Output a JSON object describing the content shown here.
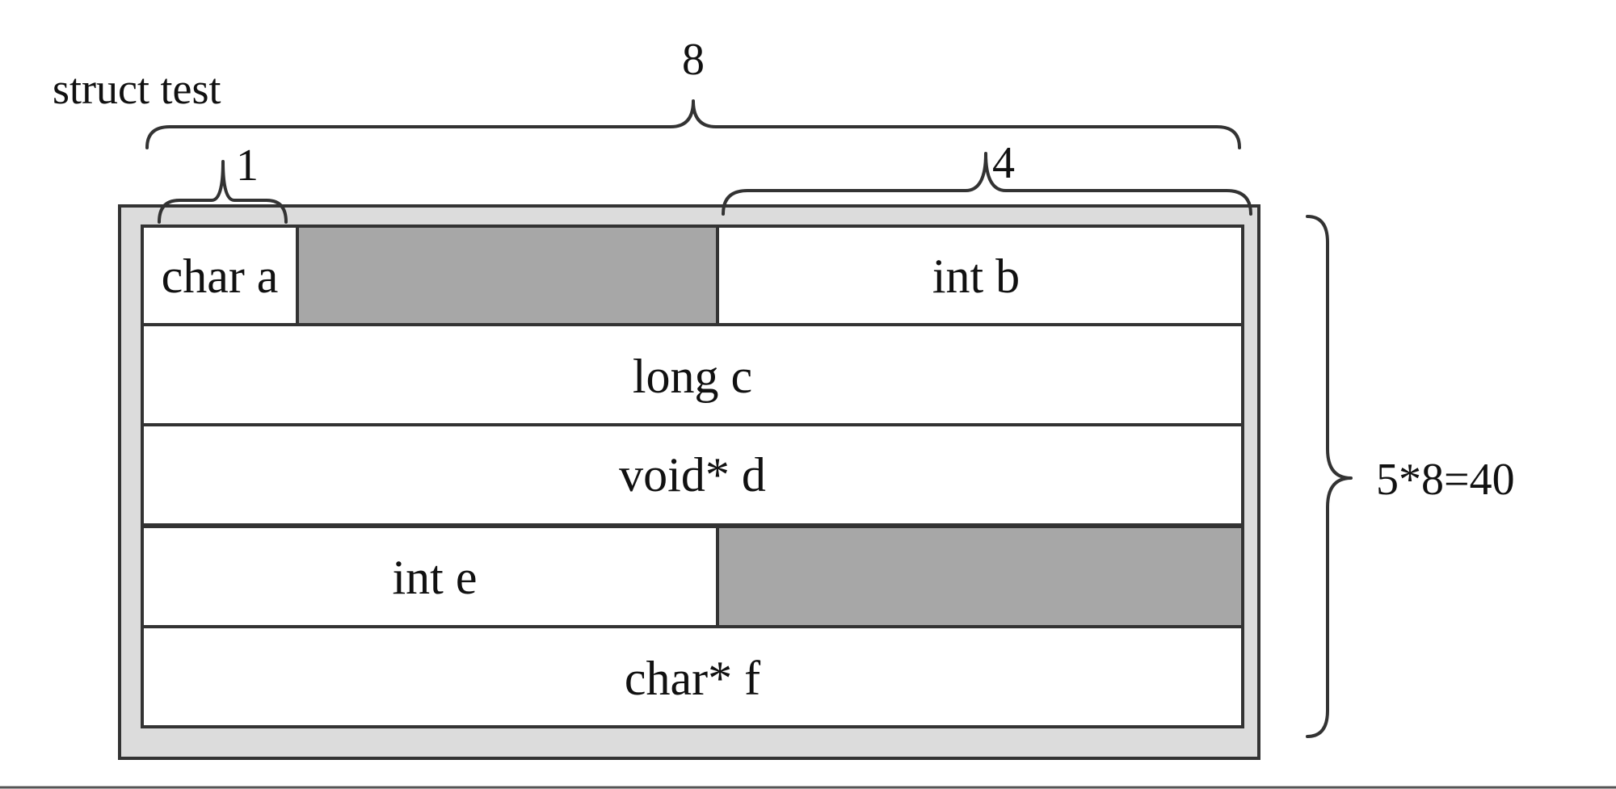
{
  "diagram": {
    "title": "struct test",
    "width_label": "8",
    "char_width_label": "1",
    "int_width_label": "4",
    "total_size_label": "5*8=40",
    "rows": [
      {
        "cells": [
          {
            "label": "char a",
            "kind": "field"
          },
          {
            "label": "",
            "kind": "padding"
          },
          {
            "label": "int b",
            "kind": "field"
          }
        ]
      },
      {
        "cells": [
          {
            "label": "long c",
            "kind": "field"
          }
        ]
      },
      {
        "cells": [
          {
            "label": "void* d",
            "kind": "field"
          }
        ]
      },
      {
        "cells": [
          {
            "label": "int e",
            "kind": "field"
          },
          {
            "label": "",
            "kind": "padding"
          }
        ]
      },
      {
        "cells": [
          {
            "label": "char* f",
            "kind": "field"
          }
        ]
      }
    ],
    "colors": {
      "frame_fill": "#dcdcdc",
      "padding_fill": "#a7a7a7",
      "field_fill": "#ffffff",
      "stroke": "#333333"
    }
  }
}
